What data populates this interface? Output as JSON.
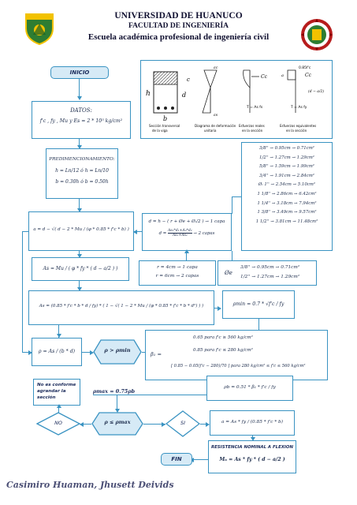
{
  "header": {
    "university": "UNIVERSIDAD DE HUANUCO",
    "faculty": "FACULTAD DE INGENIERÍA",
    "school": "Escuela académica profesional de ingeniería civil"
  },
  "flow": {
    "inicio": "INICIO",
    "datos_title": "DATOS:",
    "datos_formula": "f'c , fy , Mu y Es = 2 * 10⁵ kg/cm²",
    "predim_title": "PREDIMENCIONAMIENTO:",
    "predim_h": "h = Ln/12 ó h = Ln/10",
    "predim_b": "b = 0.30h ó b = 0.50h",
    "a_formula": "a = d − √( d − 2 * Mu / (φ * 0.85 * f'c * b) )",
    "d_capa1": "d = h − ( r + Øe + Øₗ/2 ) → 1 capa",
    "d_capa2_num": "As₁*d₁+A₂*d₂",
    "d_capa2_den": "As₁+As₂",
    "d_capa2_lhs": "d =",
    "d_capa2_rhs": "→ 2 capas",
    "r1": "r = 4cm → 1 capa",
    "r2": "r = 6cm → 2 capas",
    "as_formula": "As = Mu / ( φ * fy * ( d − a/2 ) )",
    "as_full": "As = (0.85 * f'c * b * d / fy) * ( 1 − √( 1 − 2 * Mu / (φ * 0.85 * f'c * b * d²) ) )",
    "rho_min": "ρmin = 0.7 * √f'c / fy",
    "rho": "ρ = As / (b * d)",
    "rho_gt": "ρ > ρmin",
    "beta1_line1": "0.65  para f'c ≥ 560 kg/cm²",
    "beta1_line2": "0.85 para f'c ≤ 280 kg/cm²",
    "beta1_line3": "[ 0.85 − 0.05(f'c − 280)/70 ]  para  280 kg/cm² ≤ f'c ≤ 560 kg/cm²",
    "beta1_label": "β₁ =",
    "rho_b": "ρb = 0.51 * β₁ * f'c / fy",
    "no_conforme": "No es conforme agrandar la sección",
    "rho_max": "ρmax = 0.75ρb",
    "rho_le": "ρ ≤ ρmax",
    "no": "NO",
    "si": "SI",
    "a_final": "a = As * fy / (0.85 * f'c * b)",
    "resistencia_title": "RESISTENCIA NOMINAL A FLEXION",
    "mn_formula": "Mₙ = As * fy * ( d − a/2 )",
    "fin": "FIN"
  },
  "bars_right": [
    "3/8'' → 0.95cm → 0.71cm²",
    "1/2'' → 1.27cm → 1.29cm²",
    "5/8'' → 1.59cm → 1.99cm²",
    "3/4'' → 1.91cm → 2.84cm²",
    "Øₗ 1'' → 2.54cm → 5.10cm²",
    "1 1/8'' → 2.86cm → 6.42cm²",
    "1 1/4'' → 3.18cm → 7.94cm²",
    "1 3/8'' → 3.49cm → 9.57cm²",
    "1 1/2'' → 3.81cm → 11.48cm²"
  ],
  "bars_stirrup": {
    "label": "Øe",
    "row1": "3/8'' → 0.95cm → 0.71cm²",
    "row2": "1/2'' → 1.27cm → 1.29cm²"
  },
  "section_figure": {
    "captions": [
      "Sección transversal de la viga",
      "Diagrama de deformación unitaria",
      "Esfuerzos reales en la sección",
      "Esfuerzos equivalentes en la sección"
    ],
    "labels": [
      "h",
      "d",
      "b",
      "c",
      "Cc",
      "εc",
      "εs",
      "T = As fs",
      "0.85f'c",
      "a",
      "(d − a/2)",
      "T = As fy"
    ]
  },
  "author": "Casimiro Huaman, Jhusett Deivids",
  "colors": {
    "border": "#3a93c2",
    "pill_fill": "#d6eaf6",
    "text": "#1a2a5a"
  }
}
